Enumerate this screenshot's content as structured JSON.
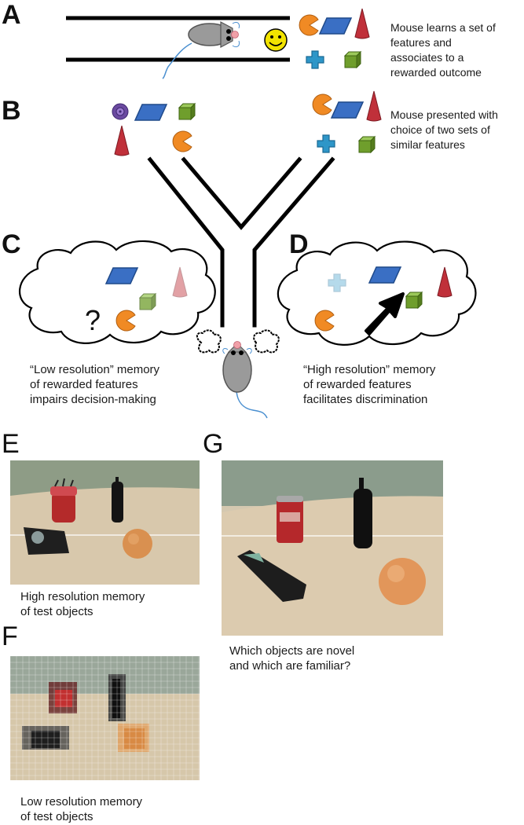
{
  "panels": {
    "A": {
      "letter": "A",
      "caption": [
        "Mouse learns a set of",
        "features and",
        "associates to a",
        "rewarded outcome"
      ]
    },
    "B": {
      "letter": "B",
      "caption": [
        "Mouse presented with",
        "choice of two sets of",
        "similar features"
      ]
    },
    "C": {
      "letter": "C",
      "question_mark": "?",
      "caption": [
        "“Low resolution” memory",
        "of rewarded features",
        "impairs decision-making"
      ]
    },
    "D": {
      "letter": "D",
      "caption": [
        "“High resolution” memory",
        "of rewarded features",
        "facilitates discrimination"
      ]
    },
    "E": {
      "letter": "E",
      "caption": [
        "High resolution memory",
        "of test objects"
      ]
    },
    "F": {
      "letter": "F",
      "caption": [
        "Low resolution memory",
        "of test objects"
      ]
    },
    "G": {
      "letter": "G",
      "caption": [
        "Which objects are novel",
        "and which are familiar?"
      ]
    }
  },
  "colors": {
    "pacman": "#f08a24",
    "parallelogram": "#3a6fc4",
    "cone": "#c0303a",
    "cross": "#2e96c8",
    "cube": "#6f9e2c",
    "donut": "#6b4aa0",
    "smiley": "#f2e300",
    "mouse_body": "#9a9a9a",
    "mouse_nose": "#f0a0a8",
    "tail": "#4a8fd0"
  },
  "icons": [
    "pacman-icon",
    "parallelogram-icon",
    "cone-icon",
    "cross-icon",
    "cube-icon",
    "donut-icon",
    "smiley-icon",
    "mouse-icon",
    "arrow-icon"
  ]
}
